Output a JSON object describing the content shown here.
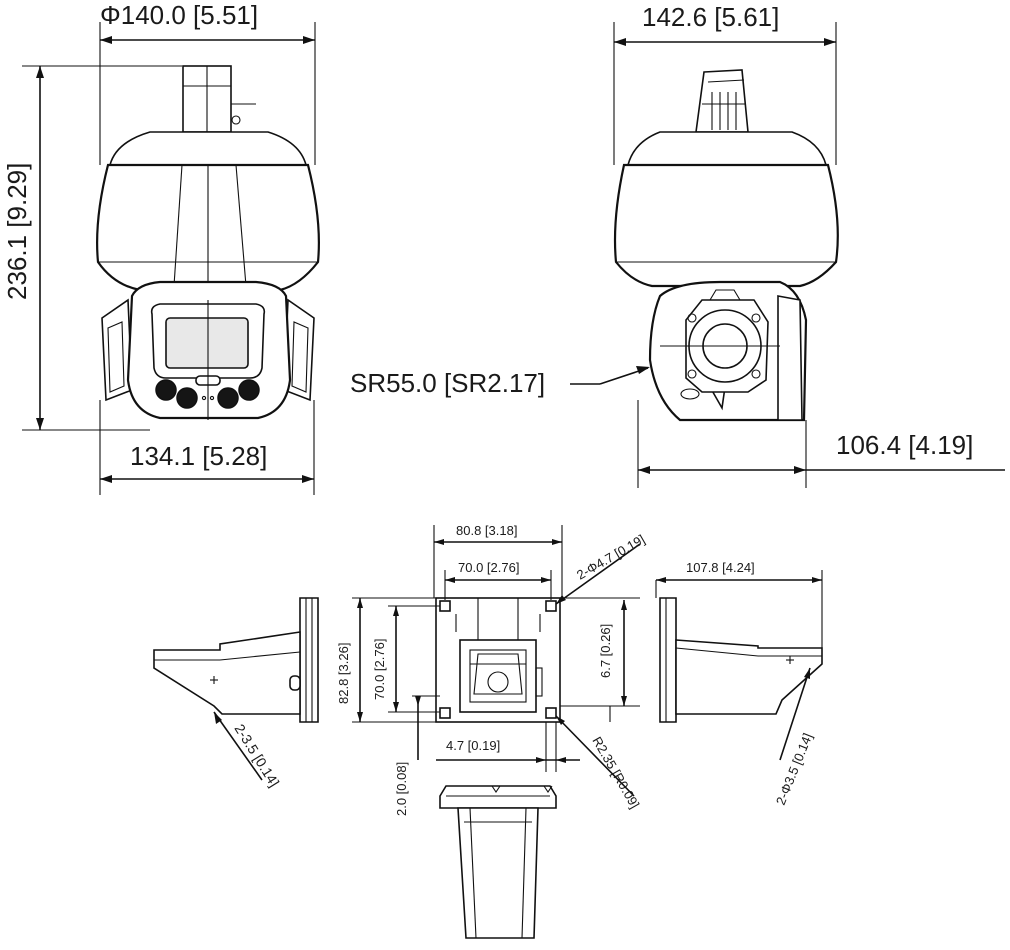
{
  "dimensions": {
    "front_diameter": "Φ140.0 [5.51]",
    "front_height": "236.1 [9.29]",
    "front_width": "134.1 [5.28]",
    "side_width": "142.6 [5.61]",
    "sphere_radius": "SR55.0 [SR2.17]",
    "side_depth": "106.4 [4.19]",
    "plate_width": "80.8 [3.18]",
    "hole_spacing_h": "70.0 [2.76]",
    "hole_diameter": "2-Φ4.7 [0.19]",
    "plate_height": "82.8 [3.26]",
    "hole_spacing_v": "70.0 [2.76]",
    "corner_offset": "6.7 [0.26]",
    "slot_width": "4.7 [0.19]",
    "corner_radius": "R2.35 [R0.09]",
    "plate_thickness": "2.0 [0.08]",
    "left_holes": "2-3.5 [0.14]",
    "bracket_length": "107.8 [4.24]",
    "right_holes": "2-Φ3.5 [0.14]"
  }
}
